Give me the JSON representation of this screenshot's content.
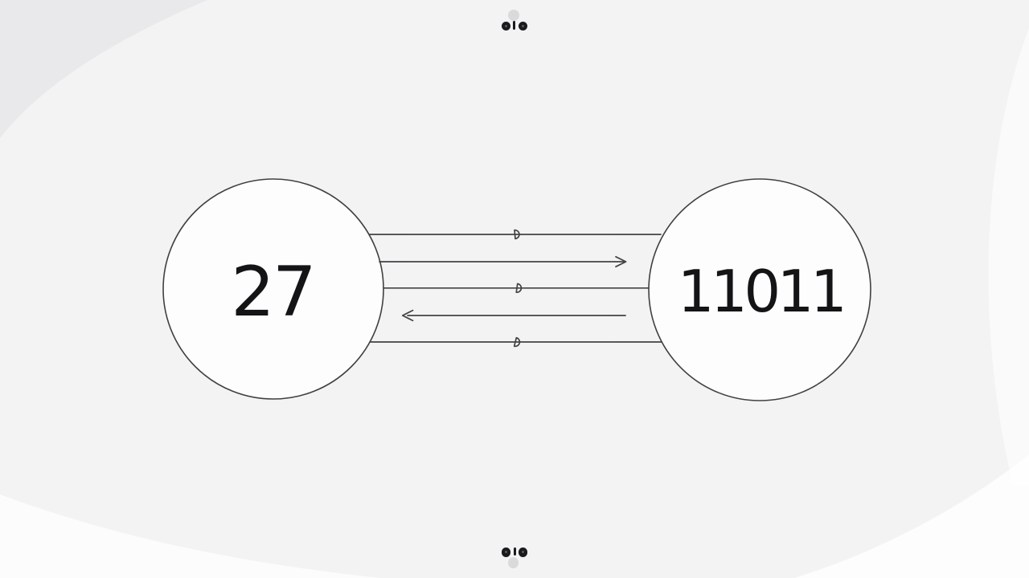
{
  "diagram": {
    "left_node": {
      "label": "27",
      "meaning": "decimal number"
    },
    "right_node": {
      "label": "11011",
      "meaning": "binary number"
    },
    "edges": [
      {
        "from": "27",
        "to": "11011",
        "style": "line-with-loop",
        "direction": "none"
      },
      {
        "from": "27",
        "to": "11011",
        "style": "arrow",
        "direction": "right"
      },
      {
        "from": "27",
        "to": "11011",
        "style": "line-with-loop",
        "direction": "none"
      },
      {
        "from": "11011",
        "to": "27",
        "style": "arrow",
        "direction": "left"
      },
      {
        "from": "27",
        "to": "11011",
        "style": "line-with-loop",
        "direction": "none"
      }
    ]
  },
  "branding": {
    "top_logo": {
      "glyphs": "010",
      "has_dot_above": true
    },
    "bottom_logo": {
      "glyphs": "010",
      "has_dot_below": true
    }
  },
  "colors": {
    "background": "#f3f3f4",
    "corner_shade": "#e9e9eb",
    "highlight": "#ffffff",
    "edge_stroke": "#434345",
    "node_fill": "#fdfdfe",
    "node_stroke": "#404042",
    "label_text": "#141416",
    "logo_dark": "#1b1b1d",
    "logo_gray": "#dadadc"
  }
}
